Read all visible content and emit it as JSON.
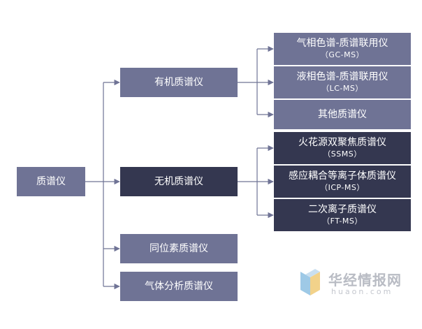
{
  "root": {
    "label": "质谱仪"
  },
  "categories": [
    {
      "label": "有机质谱仪"
    },
    {
      "label": "无机质谱仪"
    },
    {
      "label": "同位素质谱仪"
    },
    {
      "label": "气体分析质谱仪"
    }
  ],
  "organic_children": [
    {
      "label": "气相色谱-质谱联用仪",
      "abbr": "（GC-MS）"
    },
    {
      "label": "液相色谱-质谱联用仪",
      "abbr": "（LC-MS）"
    },
    {
      "label": "其他质谱仪"
    }
  ],
  "inorganic_children": [
    {
      "label": "火花源双聚焦质谱仪",
      "abbr": "（SSMS）"
    },
    {
      "label": "感应耦合等离子体质谱仪",
      "abbr": "（ICP-MS）"
    },
    {
      "label": "二次离子质谱仪",
      "abbr": "（FT-MS）"
    }
  ],
  "watermark": {
    "brand": "华经情报网",
    "url": "huaon.com"
  },
  "colors": {
    "light_box": "#6f7395",
    "dark_box": "#343750",
    "connector": "#6f7395"
  }
}
